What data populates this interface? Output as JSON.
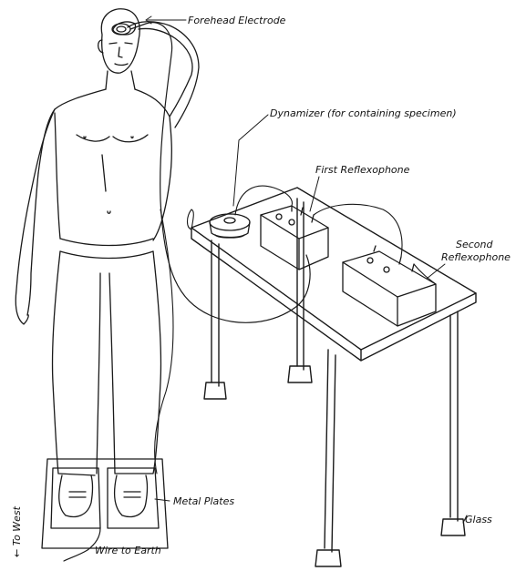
{
  "labels": {
    "forehead_electrode": "Forehead Electrode",
    "dynamizer": "Dynamizer (for containing specimen)",
    "first_reflexophone": "First Reflexophone",
    "second_reflexophone_line1": "Second",
    "second_reflexophone_line2": "Reflexophone",
    "metal_plates": "Metal Plates",
    "glass": "Glass",
    "to_west": "← To West",
    "wire_to_earth": "Wire to Earth"
  },
  "colors": {
    "ink": "#1a1a1a",
    "paper": "#ffffff"
  }
}
